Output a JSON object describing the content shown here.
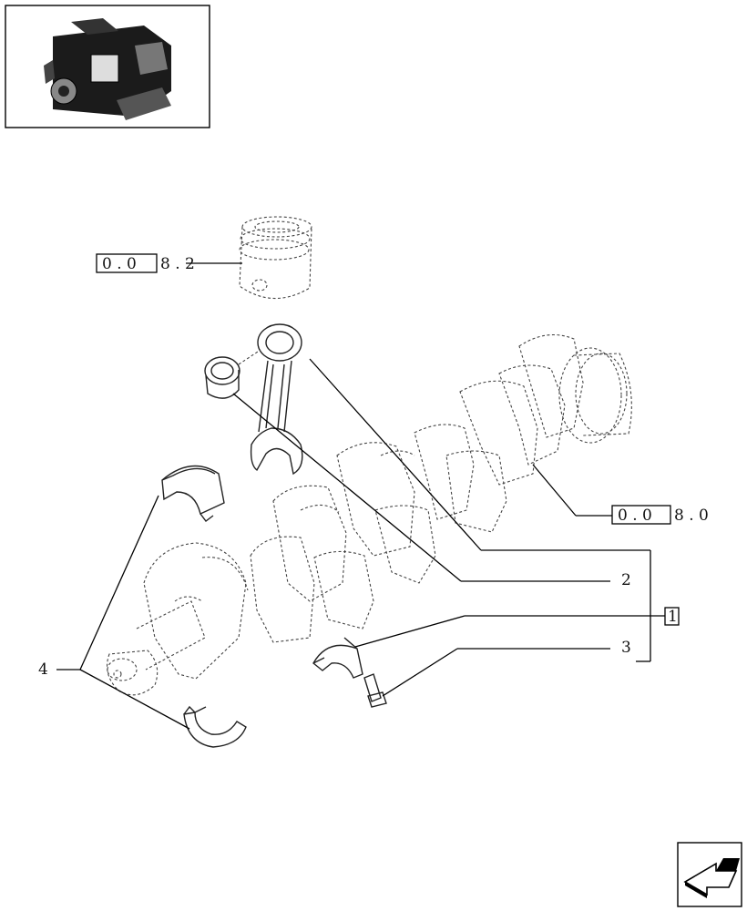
{
  "refs": {
    "piston": {
      "boxed": "0 . 0",
      "rest": "8 . 2"
    },
    "crankshaft": {
      "boxed": "0 . 0",
      "rest": "8 . 0"
    }
  },
  "callouts": {
    "item1": "1",
    "item2": "2",
    "item3": "3",
    "item4": "4"
  },
  "icons": {
    "thumbnail": "engine-thumbnail-icon",
    "nav": "next-page-arrow-icon"
  },
  "colors": {
    "ink": "#000000",
    "ghost": "#444444",
    "background": "#ffffff"
  }
}
